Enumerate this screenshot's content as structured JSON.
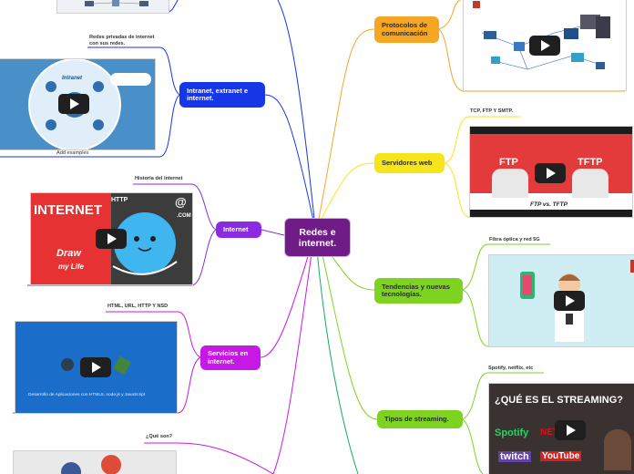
{
  "central": {
    "title": "Redes e internet."
  },
  "branches": {
    "protocolos": {
      "label": "Protocolos de comunicación"
    },
    "servidores": {
      "label": "Servidores web",
      "note": "TCP, FTP Y SMTP.",
      "thumb": {
        "left_text": "FTP",
        "right_text": "TFTP",
        "caption": "FTP vs. TFTP"
      }
    },
    "tendencias": {
      "label": "Tendencias y nuevas tecnologías.",
      "note": "Fibra óptica y red 5G"
    },
    "streaming": {
      "label": "Tipos de streaming.",
      "note": "Spotify, netflix, etc",
      "thumb": {
        "title": "¿QUÉ ES EL STREAMING?",
        "logos": [
          "Spotify",
          "NETFLIX",
          "twitch",
          "YouTube"
        ]
      }
    },
    "intranet": {
      "label": "Intranet, extranet e internet.",
      "note": "Redes privadas de internet con sus redes.",
      "thumb": {
        "center_text": "Intranet",
        "caption": "Add examples"
      }
    },
    "internet": {
      "label": "Internet",
      "note": "Historia del internet",
      "thumb": {
        "title": "INTERNET",
        "chips": [
          "HTTP",
          "@",
          ".COM"
        ],
        "brand_line1": "Draw",
        "brand_line2": "my Life"
      }
    },
    "servicios": {
      "label": "Servicios en internet.",
      "note": "HTML, URL, HTTP Y NSD",
      "thumb": {
        "caption": "Desarrollo de Aplicaciones con HTML5, node.js y JavaScript"
      }
    },
    "redes": {
      "note": "¿Qué son?"
    }
  },
  "colors": {
    "central": "#6f1c87",
    "yellow": "#f7e51c",
    "orange": "#f5a623",
    "green": "#7ed321",
    "blue": "#1636e8",
    "purple": "#8a2be2",
    "magenta": "#c719e6"
  },
  "icons": [
    "play-icon",
    "network-diagram-icon",
    "globe-mascot-icon",
    "person-smartphone-icon"
  ]
}
